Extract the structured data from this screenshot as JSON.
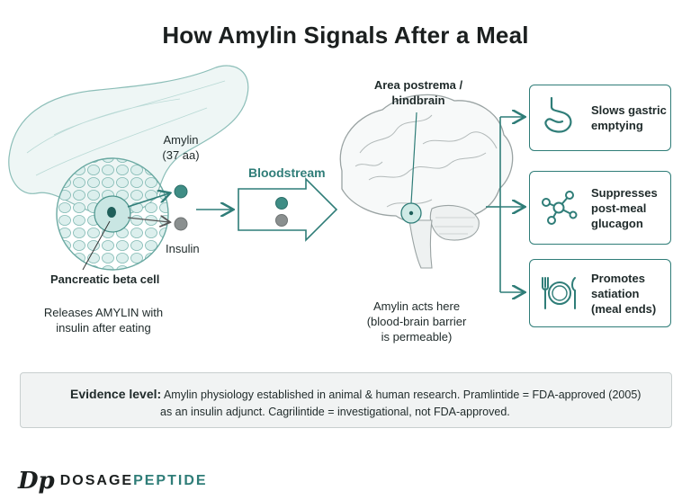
{
  "title": "How Amylin Signals After a Meal",
  "pancreas": {
    "amylin_label": "Amylin",
    "amylin_sub": "(37 aa)",
    "insulin_label": "Insulin",
    "cell_label": "Pancreatic beta cell",
    "description_line1": "Releases AMYLIN with",
    "description_line2": "insulin after eating"
  },
  "bloodstream": {
    "label": "Bloodstream"
  },
  "brain": {
    "region_line1": "Area postrema /",
    "region_line2": "hindbrain",
    "note_line1": "Amylin acts here",
    "note_line2": "(blood-brain barrier",
    "note_line3": "is permeable)"
  },
  "effects": [
    {
      "icon": "stomach-icon",
      "text": "Slows gastric\nemptying"
    },
    {
      "icon": "molecule-icon",
      "text": "Suppresses\npost-meal\nglucagon"
    },
    {
      "icon": "plate-utensils-icon",
      "text": "Promotes\nsatiation\n(meal ends)"
    }
  ],
  "evidence": {
    "label": "Evidence level:",
    "line1": "Amylin physiology established in animal & human research. Pramlintide = FDA-approved (2005)",
    "line2": "as an insulin adjunct. Cagrilintide = investigational, not FDA-approved."
  },
  "brand": {
    "logo": "Dp",
    "part1": "DOSAGE",
    "part2": "PEPTIDE"
  },
  "colors": {
    "accent": "#2f7d78",
    "amylin_dot": "#3f8d85",
    "insulin_dot": "#8a8f8f"
  }
}
